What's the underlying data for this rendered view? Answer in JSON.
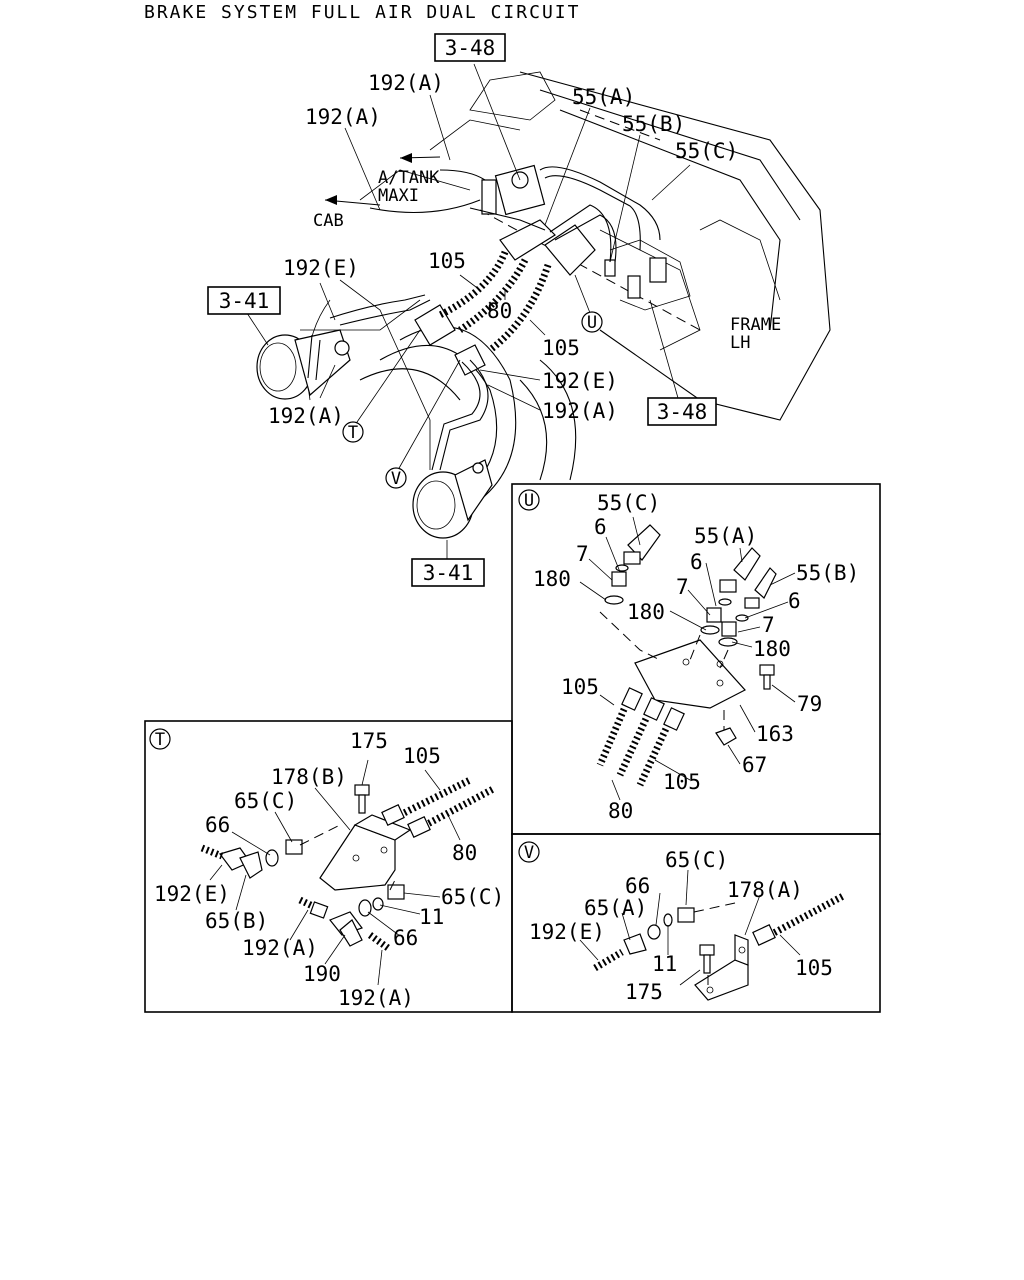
{
  "title": "BRAKE SYSTEM FULL AIR DUAL CIRCUIT",
  "refs": {
    "ref_3_48_top": "3-48",
    "ref_3_48_right": "3-48",
    "ref_3_41_left": "3-41",
    "ref_3_41_bottom": "3-41"
  },
  "main_labels": {
    "p192a_top": "192(A)",
    "p192a_left": "192(A)",
    "p55a": "55(A)",
    "p55b": "55(B)",
    "p55c": "55(C)",
    "atank": "A/TANK",
    "maxi": "MAXI",
    "cab": "CAB",
    "p192e": "192(E)",
    "p105_upper": "105",
    "p80": "80",
    "p105_lower": "105",
    "frame": "FRAME",
    "lh": "LH",
    "p192e_right": "192(E)",
    "p192a_right": "192(A)",
    "p192a_bottom_left": "192(A)",
    "callout_t": "T",
    "callout_v": "V",
    "callout_u": "U"
  },
  "detail_u": {
    "tag": "U",
    "labels": [
      "55(C)",
      "6",
      "7",
      "180",
      "55(A)",
      "6",
      "55(B)",
      "7",
      "180",
      "6",
      "7",
      "180",
      "79",
      "105",
      "163",
      "105",
      "67",
      "80"
    ]
  },
  "detail_t": {
    "tag": "T",
    "labels": [
      "175",
      "178(B)",
      "105",
      "65(C)",
      "66",
      "192(E)",
      "65(B)",
      "80",
      "65(C)",
      "11",
      "66",
      "192(A)",
      "190",
      "192(A)"
    ]
  },
  "detail_v": {
    "tag": "V",
    "labels": [
      "65(C)",
      "66",
      "178(A)",
      "65(A)",
      "192(E)",
      "11",
      "105",
      "175"
    ]
  }
}
